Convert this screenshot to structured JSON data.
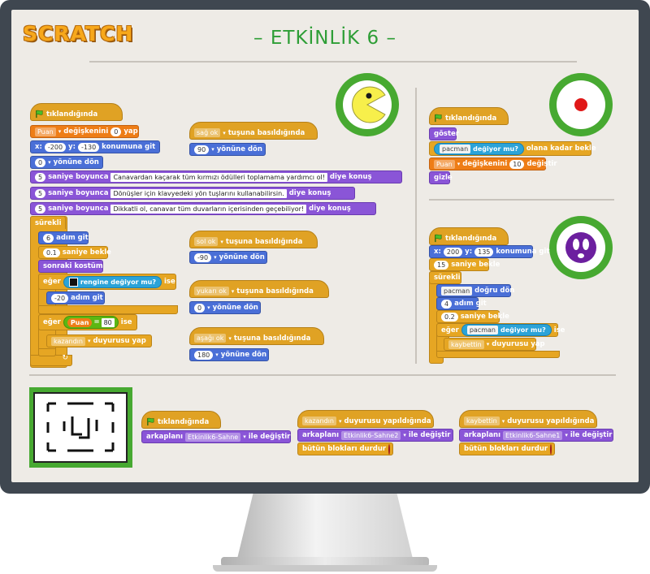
{
  "header": {
    "logo": "SCRATCH",
    "title": "– ETKİNLİK 6 –"
  },
  "colors": {
    "green_ring": "#47a931",
    "pacman_yellow": "#f7ef4b",
    "ghost_purple": "#6c1f9f",
    "goal_red": "#e01818"
  },
  "main": {
    "flag_hat": "tıklandığında",
    "set_var": {
      "pre": "",
      "var": "Puan",
      "label": "değişkenini",
      "value": "0",
      "post": "yap"
    },
    "goto": {
      "x_label": "x:",
      "x": "-200",
      "y_label": "y:",
      "y": "-130",
      "post": "konumuna git"
    },
    "point": {
      "value": "0",
      "post": "yönüne dön"
    },
    "say1": {
      "secs": "5",
      "label": "saniye boyunca",
      "text": "Canavardan kaçarak tüm kırmızı ödülleri toplamama yardımcı ol!",
      "post": "diye konuş"
    },
    "say2": {
      "secs": "5",
      "label": "saniye boyunca",
      "text": "Dönüşler için klavyedeki yön tuşlarını kullanabilirsin.",
      "post": "diye konuş"
    },
    "say3": {
      "secs": "5",
      "label": "saniye boyunca",
      "text": "Dikkatli ol, canavar tüm duvarların içerisinden geçebiliyor!",
      "post": "diye konuş"
    },
    "forever": "sürekli",
    "move": {
      "value": "6",
      "post": "adım git"
    },
    "wait": {
      "value": "0.1",
      "post": "saniye bekle"
    },
    "next_costume": "sonraki kostüm",
    "if1": {
      "pre": "eğer",
      "sensor": "rengine değiyor mu?",
      "post": "ise"
    },
    "move_back": {
      "value": "-20",
      "post": "adım git"
    },
    "if2": {
      "pre": "eğer",
      "var": "Puan",
      "op": "=",
      "value": "80",
      "post": "ise"
    },
    "broadcast": {
      "msg": "kazandın",
      "post": "duyurusu yap"
    }
  },
  "keys": [
    {
      "key": "sağ ok",
      "label": "tuşuna basıldığında",
      "dir": "90",
      "post": "yönüne dön"
    },
    {
      "key": "sol ok",
      "label": "tuşuna basıldığında",
      "dir": "-90",
      "post": "yönüne dön"
    },
    {
      "key": "yukarı ok",
      "label": "tuşuna basıldığında",
      "dir": "0",
      "post": "yönüne dön"
    },
    {
      "key": "aşağı ok",
      "label": "tuşuna basıldığında",
      "dir": "180",
      "post": "yönüne dön"
    }
  ],
  "goal": {
    "hat": "tıklandığında",
    "show": "göster",
    "wait_pre": "",
    "sensor": "pacman",
    "sensor_q": "değiyor mu?",
    "wait_post": "olana kadar bekle",
    "var": "Puan",
    "change_label": "değişkenini",
    "change_value": "10",
    "change_post": "değiştir",
    "hide": "gizle"
  },
  "ghost": {
    "hat": "tıklandığında",
    "x": "200",
    "y": "135",
    "goto_post": "konumuna git",
    "wait_value": "15",
    "wait_post": "saniye bekle",
    "forever": "sürekli",
    "point_target": "pacman",
    "point_post": "doğru dön",
    "move_value": "4",
    "move_post": "adım git",
    "wait2_value": "0.2",
    "wait2_post": "saniye bekle",
    "if_pre": "eğer",
    "if_sensor": "pacman",
    "if_q": "değiyor mu?",
    "if_post": "ise",
    "broadcast": "kaybettin",
    "broadcast_post": "duyurusu yap"
  },
  "stage": {
    "hat": "tıklandığında",
    "bg_label": "arkaplanı",
    "bg_value": "Etkinlik6-Sahne",
    "bg_post": "ile değiştir",
    "win_msg": "kazandın",
    "win_label": "duyurusu yapıldığında",
    "win_bg": "Etkinlik6-Sahne2",
    "lose_msg": "kaybettin",
    "lose_label": "duyurusu yapıldığında",
    "lose_bg": "Etkinlik6-Sahne1",
    "stop": "bütün blokları durdur"
  }
}
